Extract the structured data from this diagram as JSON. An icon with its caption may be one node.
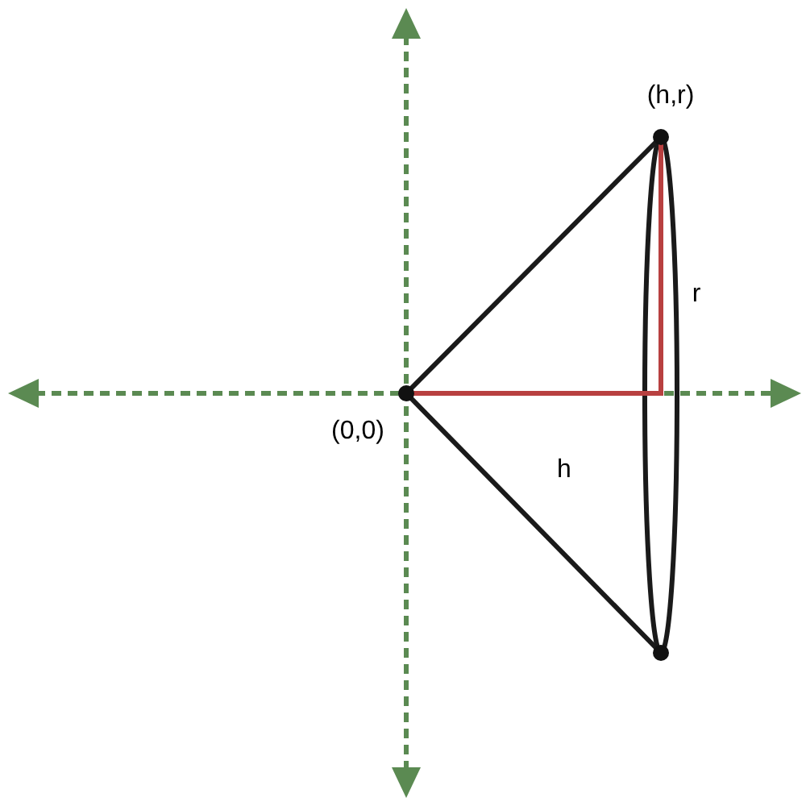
{
  "diagram": {
    "labels": [
      "(h,r)",
      "r",
      "(0,0)",
      "h"
    ]
  }
}
